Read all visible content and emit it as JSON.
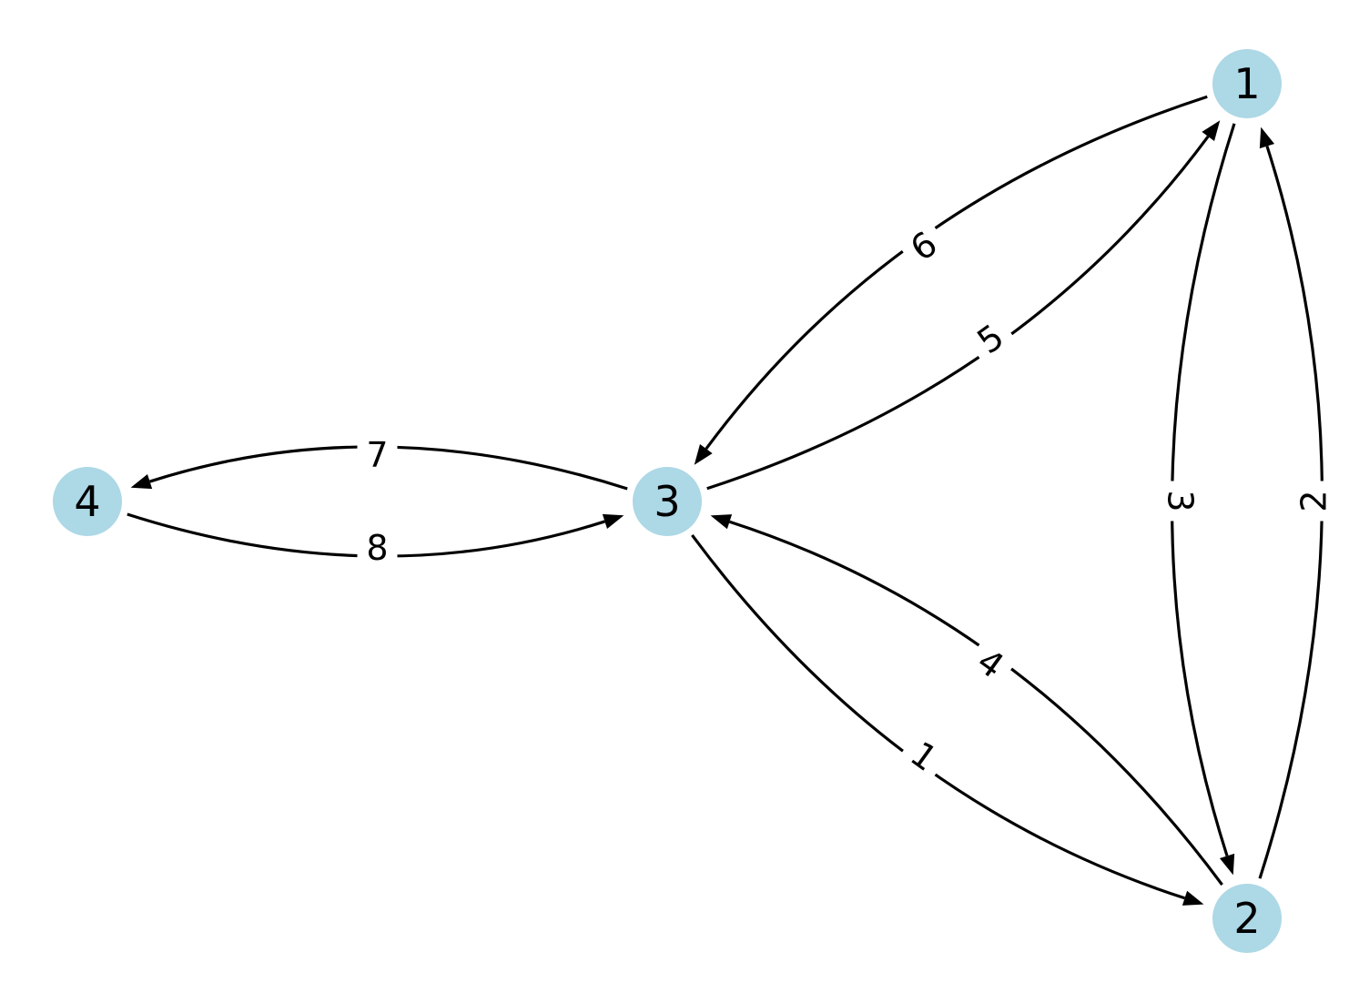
{
  "colors": {
    "node_fill": "#add8e6",
    "edge": "#000000",
    "background": "#ffffff"
  },
  "graph": {
    "nodes": [
      {
        "id": "1",
        "label": "1"
      },
      {
        "id": "2",
        "label": "2"
      },
      {
        "id": "3",
        "label": "3"
      },
      {
        "id": "4",
        "label": "4"
      }
    ],
    "edges": [
      {
        "from": "3",
        "to": "2",
        "label": "1"
      },
      {
        "from": "2",
        "to": "1",
        "label": "2"
      },
      {
        "from": "1",
        "to": "2",
        "label": "3"
      },
      {
        "from": "2",
        "to": "3",
        "label": "4"
      },
      {
        "from": "3",
        "to": "1",
        "label": "5"
      },
      {
        "from": "1",
        "to": "3",
        "label": "6"
      },
      {
        "from": "3",
        "to": "4",
        "label": "7"
      },
      {
        "from": "4",
        "to": "3",
        "label": "8"
      }
    ]
  }
}
